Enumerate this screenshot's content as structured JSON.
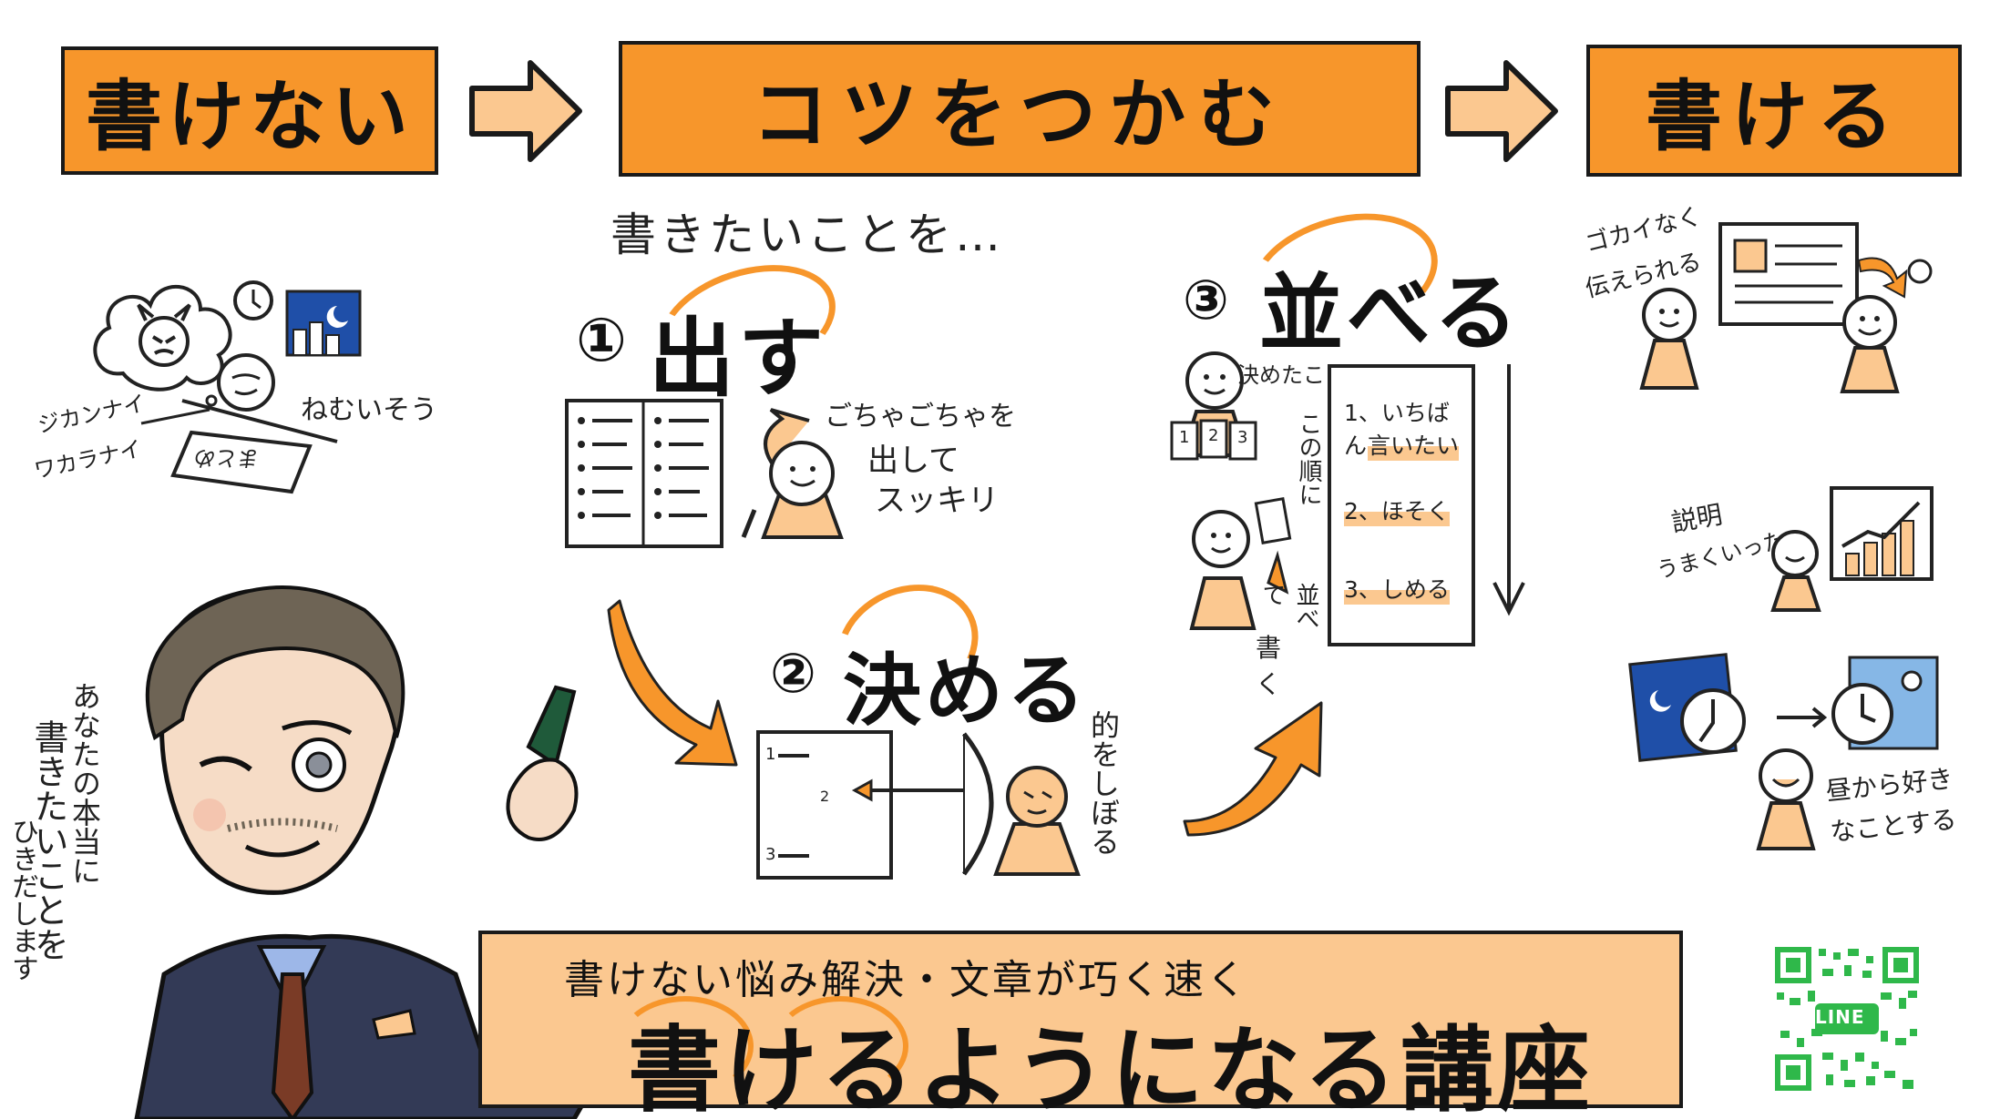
{
  "flow": {
    "step_before": "書けない",
    "step_middle": "コツをつかむ",
    "step_after": "書ける"
  },
  "left_panel": {
    "label_time": "ジカンナイ",
    "label_unknown": "ワカラナイ",
    "label_sleepy": "ねむいそう",
    "memo_note": "まとめ"
  },
  "center": {
    "intro": "書きたいことを…",
    "step1": {
      "num": "①",
      "title": "出す",
      "note_line1": "ごちゃごちゃを",
      "note_line2": "出して",
      "note_line3": "スッキリ"
    },
    "step2": {
      "num": "②",
      "title": "決める",
      "note": "的をしぼる",
      "list": [
        "1",
        "2",
        "3"
      ]
    },
    "step3": {
      "num": "③",
      "title": "並べる",
      "decided": "決めたこと",
      "order": "この順に",
      "arrange_line1": "並べて",
      "arrange_line2": "書く",
      "cards": [
        "1",
        "2",
        "3"
      ],
      "list": [
        {
          "line1": "1、いちばん",
          "line2": "言いたい"
        },
        {
          "line1": "2、ほそく",
          "line2": ""
        },
        {
          "line1": "3、しめる",
          "line2": ""
        }
      ]
    }
  },
  "right_panel": {
    "result1_line1": "ゴカイなく",
    "result1_line2": "伝えられる",
    "result2_line1": "説明",
    "result2_line2": "うまくいった",
    "result3": "昼から好きなことする"
  },
  "teacher": {
    "caption_line1": "あなたの本当に",
    "caption_line2": "書きたいことを",
    "caption_line3": "ひきだします"
  },
  "banner": {
    "subtitle": "書けない悩み解決・文章が巧く速く",
    "title": "書けるようになる講座"
  },
  "qr": {
    "label": "LINE"
  },
  "colors": {
    "accent": "#f7962b",
    "accent_light": "#fbc890",
    "ink": "#1a1a1a",
    "night": "#1f4fa8",
    "day": "#86b7e6",
    "qr_green": "#2fb84a"
  }
}
